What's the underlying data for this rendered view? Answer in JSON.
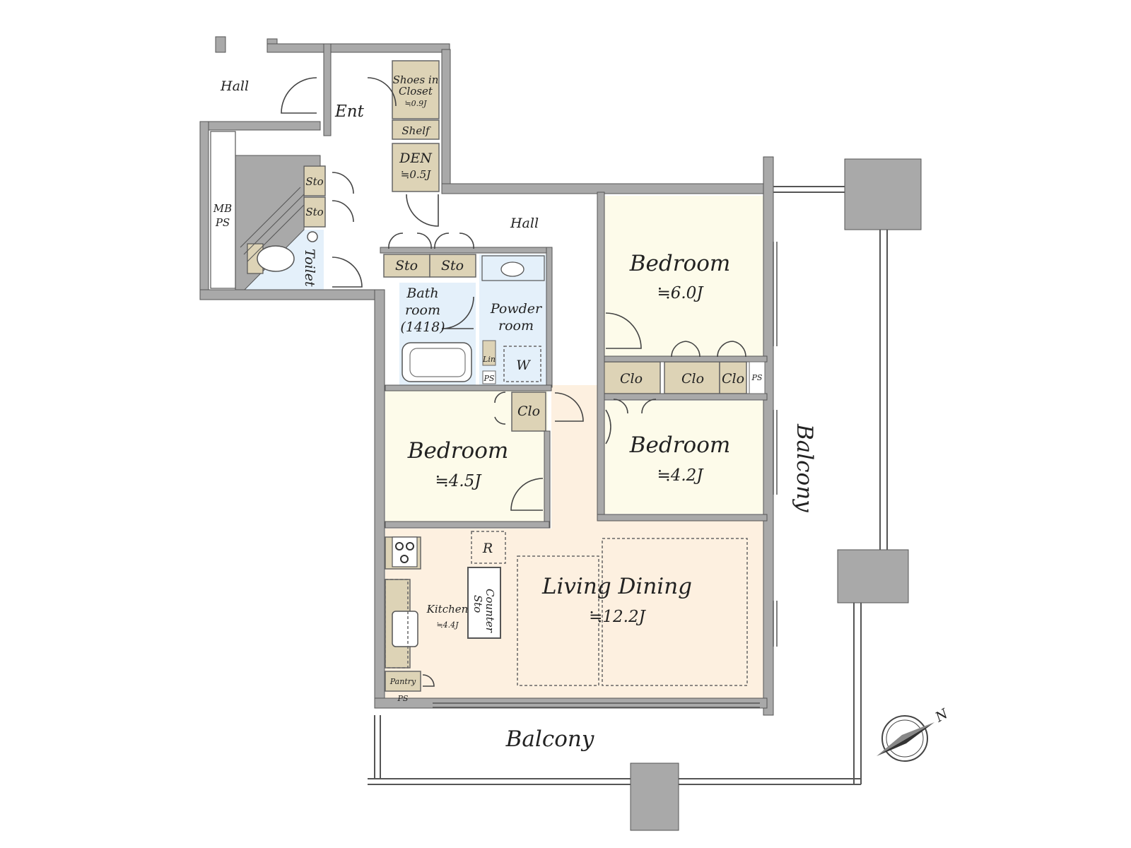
{
  "floorplan": {
    "rooms": {
      "hall_outer": "Hall",
      "entrance": "Ent",
      "shoes_closet": {
        "name1": "Shoes in",
        "name2": "Closet",
        "size": "≒0.9J"
      },
      "shelf": "Shelf",
      "den": {
        "name": "DEN",
        "size": "≒0.5J"
      },
      "sto_a": "Sto",
      "sto_b": "Sto",
      "mb_ps": {
        "line1": "MB",
        "line2": "PS"
      },
      "toilet": "Toilet",
      "hall_inner": "Hall",
      "sto_c": "Sto",
      "sto_d": "Sto",
      "bathroom": {
        "line1": "Bath",
        "line2": "room",
        "line3": "(1418)"
      },
      "powder_room": {
        "line1": "Powder",
        "line2": "room"
      },
      "linen": "Lin",
      "ps_bath": "PS",
      "washer": "W",
      "bedroom_a": {
        "name": "Bedroom",
        "size": "≒6.0J"
      },
      "clo_a": "Clo",
      "clo_b": "Clo",
      "clo_c": "Clo",
      "ps_right": "PS",
      "bedroom_b": {
        "name": "Bedroom",
        "size": "≒4.5J"
      },
      "clo_d": "Clo",
      "bedroom_c": {
        "name": "Bedroom",
        "size": "≒4.2J"
      },
      "refrigerator": "R",
      "counter_sto": {
        "line1": "Counter",
        "line2": "Sto"
      },
      "kitchen": {
        "name": "Kitchen",
        "size": "≒4.4J"
      },
      "living_dining": {
        "name": "Living Dining",
        "size": "≒12.2J"
      },
      "pantry": "Pantry",
      "ps_kitchen": "PS",
      "balcony_bottom": "Balcony",
      "balcony_right": "Balcony"
    },
    "compass": {
      "north": "N"
    },
    "colors": {
      "wall": "#a9a9a9",
      "bedroom": "#fdfbea",
      "living": "#fdf0e0",
      "wet": "#e4f0fa",
      "storage": "#ddd3b6"
    }
  }
}
